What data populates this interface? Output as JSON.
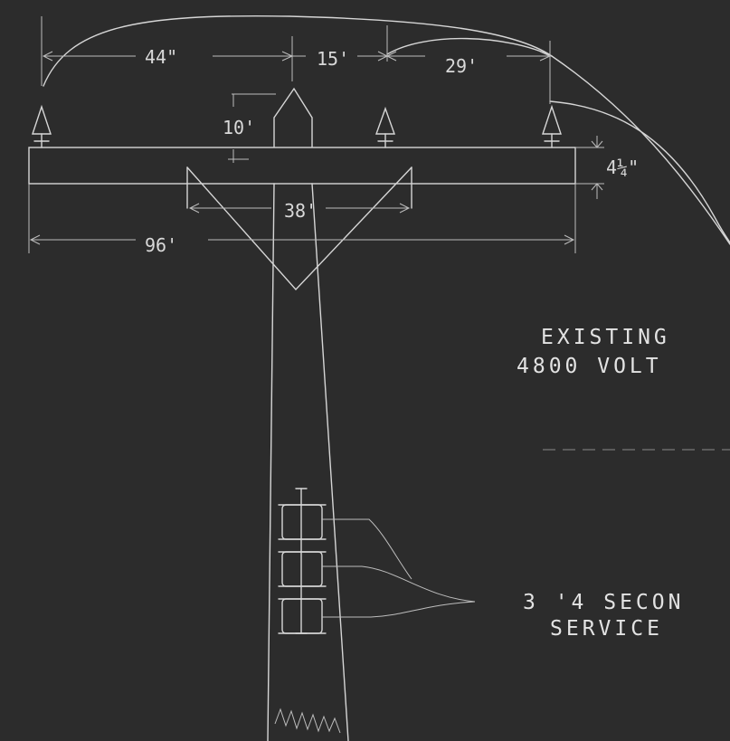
{
  "dimensions": {
    "span_44": "44\"",
    "span_15": "15'",
    "span_29": "29'",
    "rise_10": "10'",
    "depth_4": "4¼\"",
    "brace_38": "38'",
    "width_96": "96'"
  },
  "labels": {
    "existing_line1": "EXISTING",
    "existing_line2": "4800 VOLT",
    "service_line1": "3 '4 SECON",
    "service_line2": "SERVICE"
  },
  "colors": {
    "background": "#2c2c2c",
    "ink": "#d6d6d6"
  }
}
